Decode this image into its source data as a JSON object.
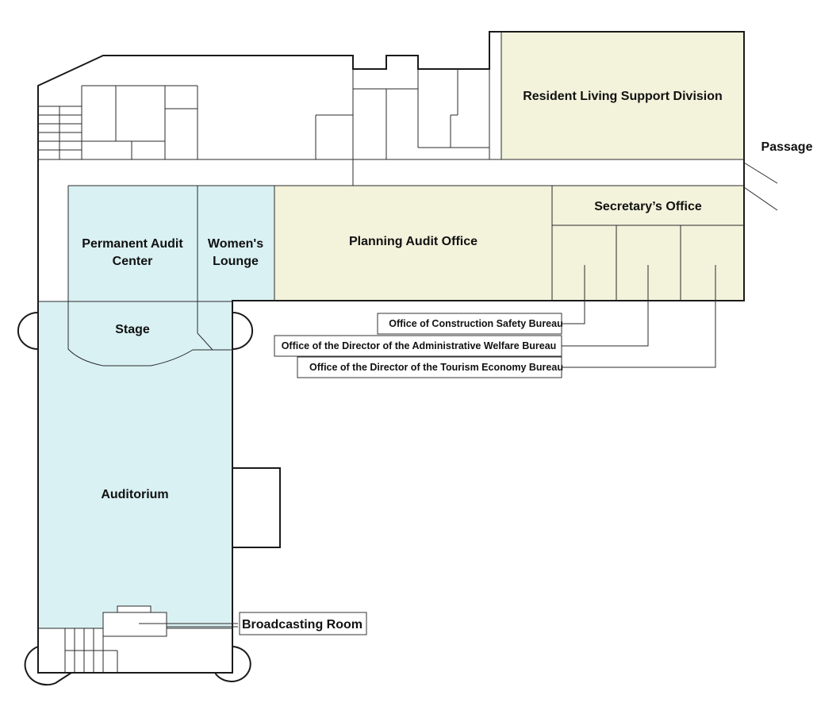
{
  "colors": {
    "cyan_room": "#d9f1f3",
    "yellow_room": "#f3f3dc",
    "wall": "#1a1a1a"
  },
  "rooms": {
    "resident_living_support": "Resident Living Support Division",
    "planning_audit": "Planning Audit Office",
    "secretary": "Secretary’s Office",
    "permanent_audit_line1": "Permanent Audit",
    "permanent_audit_line2": "Center",
    "womens_lounge_line1": "Women's",
    "womens_lounge_line2": "Lounge",
    "stage": "Stage",
    "auditorium": "Auditorium"
  },
  "passage": "Passage",
  "callouts": {
    "construction_safety": "Office of Construction Safety Bureau",
    "administrative_welfare": "Office of the Director of the Administrative Welfare Bureau",
    "tourism_economy": "Office of the Director of the Tourism Economy Bureau",
    "broadcasting_room": "Broadcasting Room"
  }
}
